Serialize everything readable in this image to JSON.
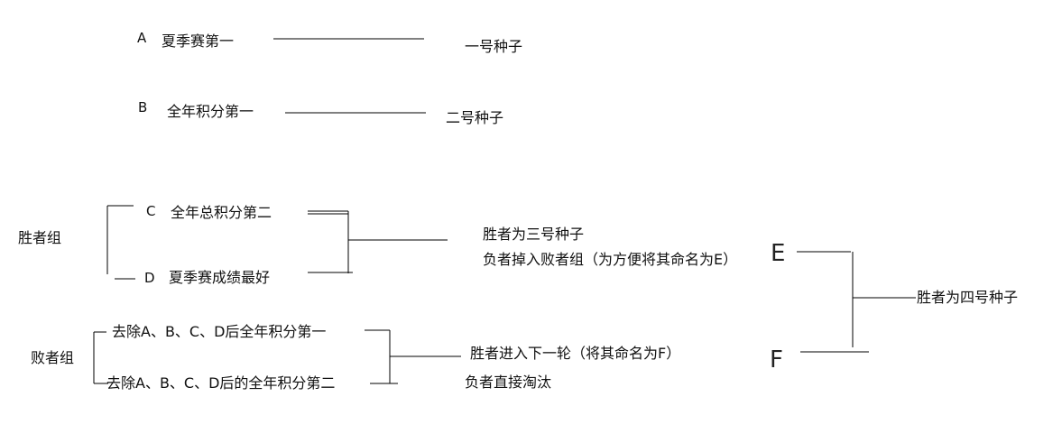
{
  "seeds": [
    {
      "letter": "A",
      "condition": "夏季赛第一",
      "result": "一号种子"
    },
    {
      "letter": "B",
      "condition": "全年积分第一",
      "result": "二号种子"
    }
  ],
  "winners_group": {
    "label": "胜者组",
    "entries": [
      {
        "letter": "C",
        "text": "全年总积分第二"
      },
      {
        "letter": "D",
        "text": "夏季赛成绩最好"
      }
    ],
    "winner_text": "胜者为三号种子",
    "loser_text": "负者掉入败者组（为方便将其命名为E）"
  },
  "losers_group": {
    "label": "败者组",
    "entries": [
      {
        "text": "去除A、B、C、D后全年积分第一"
      },
      {
        "text": "去除A、B、C、D后的全年积分第二"
      }
    ],
    "winner_text": "胜者进入下一轮（将其命名为F）",
    "loser_text": "负者直接淘汰"
  },
  "final_round": {
    "e_label": "E",
    "f_label": "F",
    "winner_text": "胜者为四号种子"
  }
}
